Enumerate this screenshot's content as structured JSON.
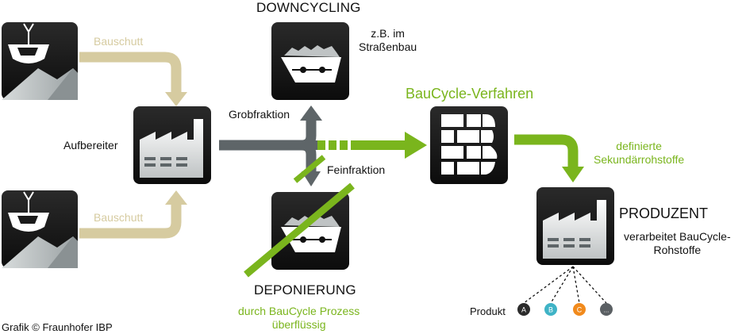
{
  "labels": {
    "downcycling": "DOWNCYCLING",
    "downcycling_note": "z.B. im\nStraßenbau",
    "bauschutt_top": "Bauschutt",
    "bauschutt_bottom": "Bauschutt",
    "aufbereiter": "Aufbereiter",
    "grobfraktion": "Grobfraktion",
    "feinfraktion": "Feinfraktion",
    "baucycle_verfahren": "BauCycle-Verfahren",
    "sekundaer": "definierte\nSekundärrohstoffe",
    "produzent": "PRODUZENT",
    "produzent_note": "verarbeitet BauCycle-\nRohstoffe",
    "deponierung": "DEPONIERUNG",
    "deponierung_note": "durch BauCycle Prozess\nüberflüssig",
    "produkt": "Produkt",
    "credit": "Grafik © Fraunhofer IBP"
  },
  "products": [
    {
      "letter": "A",
      "color": "#2b2b2b"
    },
    {
      "letter": "B",
      "color": "#3fb3c6"
    },
    {
      "letter": "C",
      "color": "#f18a1c"
    },
    {
      "letter": "...",
      "color": "#5a5f63"
    }
  ],
  "colors": {
    "green": "#7ab51d",
    "beige": "#d6cba0",
    "gray": "#5e6568",
    "tile": "#1a1a1a"
  },
  "icons": [
    "bucket-mountain-icon",
    "factory-icon",
    "truck-icon",
    "baucycle-b-icon"
  ]
}
